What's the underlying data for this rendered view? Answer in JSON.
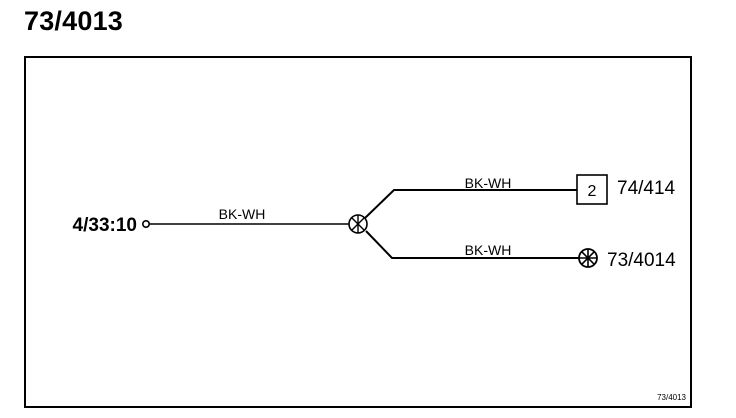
{
  "title": "73/4013",
  "diagram": {
    "source": {
      "label": "4/33:10"
    },
    "wires": [
      {
        "color_code": "BK-WH"
      },
      {
        "color_code": "BK-WH"
      },
      {
        "color_code": "BK-WH"
      }
    ],
    "targets": [
      {
        "connector_number": "2",
        "label": "74/414"
      },
      {
        "label": "73/4014"
      }
    ],
    "footer_ref": "73/4013"
  }
}
